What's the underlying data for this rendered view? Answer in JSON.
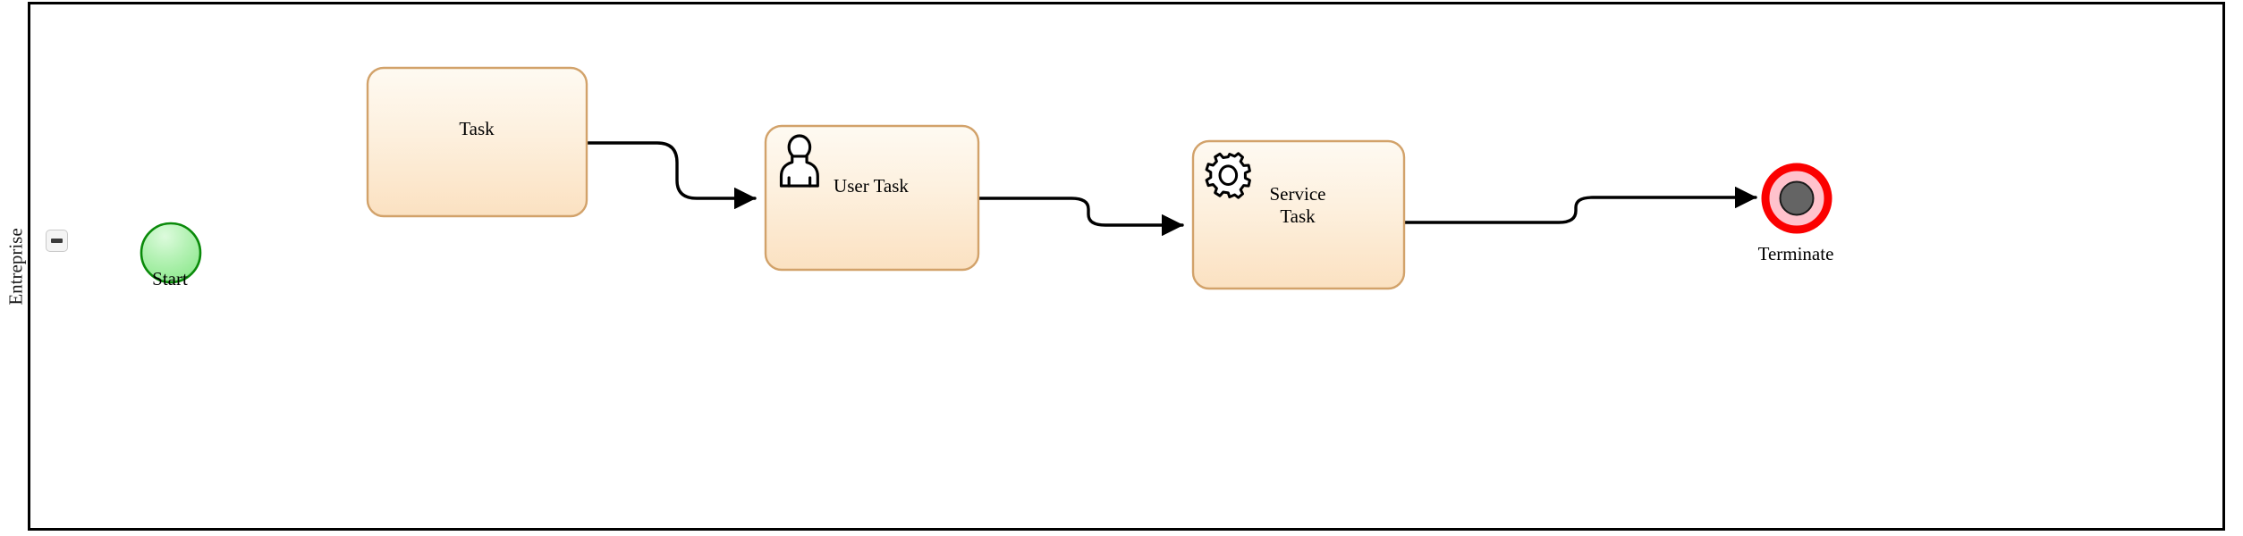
{
  "diagram": {
    "type": "bpmn-process-diagram",
    "pool": {
      "name": "Entreprise",
      "collapse_button_icon": "minus-icon",
      "border_color": "#000000",
      "background": "#ffffff"
    },
    "nodes": [
      {
        "id": "start",
        "kind": "start-event",
        "label": "Start",
        "shape": "circle",
        "fill": "#9dea9d",
        "stroke": "#0a8a0a"
      },
      {
        "id": "task",
        "kind": "task",
        "label": "Task",
        "shape": "rounded-rect",
        "fill": "#fbe6c8",
        "stroke": "#d2a26a",
        "icon": null
      },
      {
        "id": "userTask",
        "kind": "user-task",
        "label": "User Task",
        "shape": "rounded-rect",
        "fill": "#fbe6c8",
        "stroke": "#d2a26a",
        "icon": "user-icon"
      },
      {
        "id": "serviceTask",
        "kind": "service-task",
        "label": "Service\nTask",
        "shape": "rounded-rect",
        "fill": "#fbe6c8",
        "stroke": "#d2a26a",
        "icon": "gear-icon"
      },
      {
        "id": "terminate",
        "kind": "terminate-end-event",
        "label": "Terminate",
        "shape": "double-circle",
        "ring_color": "#fb0000",
        "fill": "#ffc2cc",
        "core_fill": "#646464"
      }
    ],
    "flows": [
      {
        "id": "flow1",
        "from": "task",
        "to": "userTask",
        "label": ""
      },
      {
        "id": "flow2",
        "from": "userTask",
        "to": "serviceTask",
        "label": ""
      },
      {
        "id": "flow3",
        "from": "serviceTask",
        "to": "terminate",
        "label": ""
      }
    ]
  }
}
